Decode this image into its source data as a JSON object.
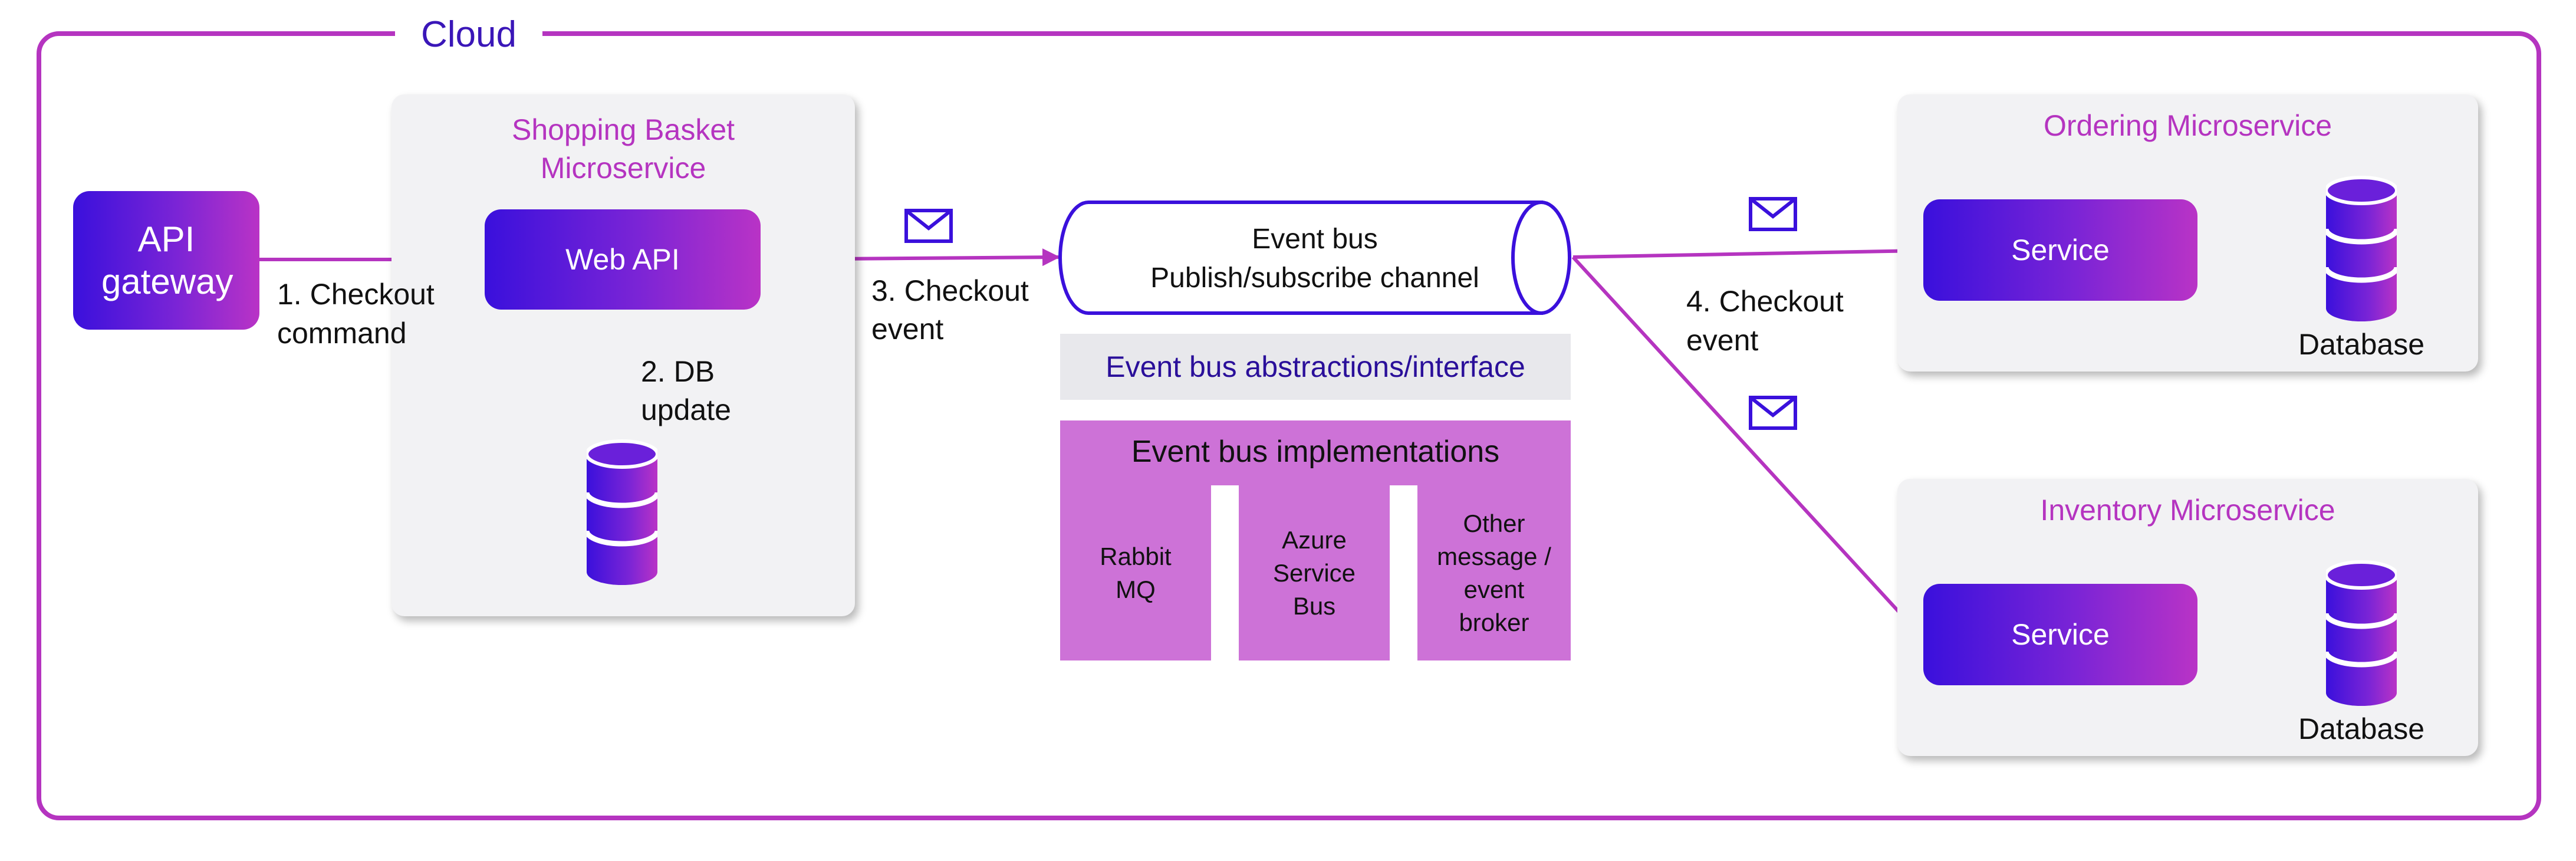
{
  "cloud": {
    "title": "Cloud"
  },
  "api_gateway": {
    "label": "API gateway"
  },
  "basket": {
    "title_line1": "Shopping Basket",
    "title_line2": "Microservice",
    "web_api": "Web API"
  },
  "steps": {
    "s1_line1": "1. Checkout",
    "s1_line2": "command",
    "s2_line1": "2. DB",
    "s2_line2": "update",
    "s3_line1": "3. Checkout",
    "s3_line2": "event",
    "s4_line1": "4. Checkout",
    "s4_line2": "event"
  },
  "event_bus": {
    "line1": "Event bus",
    "line2": "Publish/subscribe channel",
    "abstractions": "Event bus abstractions/interface",
    "implementations_title": "Event bus implementations",
    "impl_1_line1": "Rabbit",
    "impl_1_line2": "MQ",
    "impl_2_line1": "Azure",
    "impl_2_line2": "Service",
    "impl_2_line3": "Bus",
    "impl_3_line1": "Other",
    "impl_3_line2": "message /",
    "impl_3_line3": "event",
    "impl_3_line4": "broker"
  },
  "ordering": {
    "title": "Ordering Microservice",
    "service": "Service",
    "db": "Database"
  },
  "inventory": {
    "title": "Inventory Microservice",
    "service": "Service",
    "db": "Database"
  },
  "icons": {
    "envelope": "envelope-icon",
    "database": "database-icon"
  },
  "colors": {
    "accent_purple": "#b534c0",
    "deep_blue": "#3a10dc",
    "cloud_border": "#b534c0",
    "implementation_fill": "#cd72d7"
  }
}
